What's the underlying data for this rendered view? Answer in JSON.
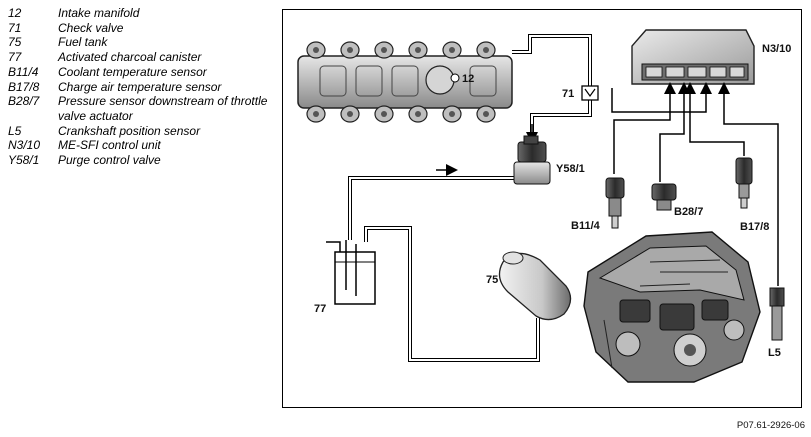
{
  "legend": [
    {
      "code": "12",
      "desc": "Intake manifold"
    },
    {
      "code": "71",
      "desc": "Check valve"
    },
    {
      "code": "75",
      "desc": "Fuel tank"
    },
    {
      "code": "77",
      "desc": "Activated charcoal canister"
    },
    {
      "code": "B11/4",
      "desc": "Coolant temperature sensor"
    },
    {
      "code": "B17/8",
      "desc": "Charge air temperature sensor"
    },
    {
      "code": "B28/7",
      "desc": "Pressure sensor downstream of throttle valve actuator"
    },
    {
      "code": "L5",
      "desc": "Crankshaft position sensor"
    },
    {
      "code": "N3/10",
      "desc": "ME-SFI control unit"
    },
    {
      "code": "Y58/1",
      "desc": "Purge control valve"
    }
  ],
  "labels": {
    "manifold": "12",
    "check_valve": "71",
    "purge_valve": "Y58/1",
    "canister": "77",
    "tank": "75",
    "ecu": "N3/10",
    "coolant_sensor": "B11/4",
    "pressure_sensor": "B28/7",
    "charge_air_sensor": "B17/8",
    "crank_sensor": "L5"
  },
  "reference": "P07.61-2926-06"
}
